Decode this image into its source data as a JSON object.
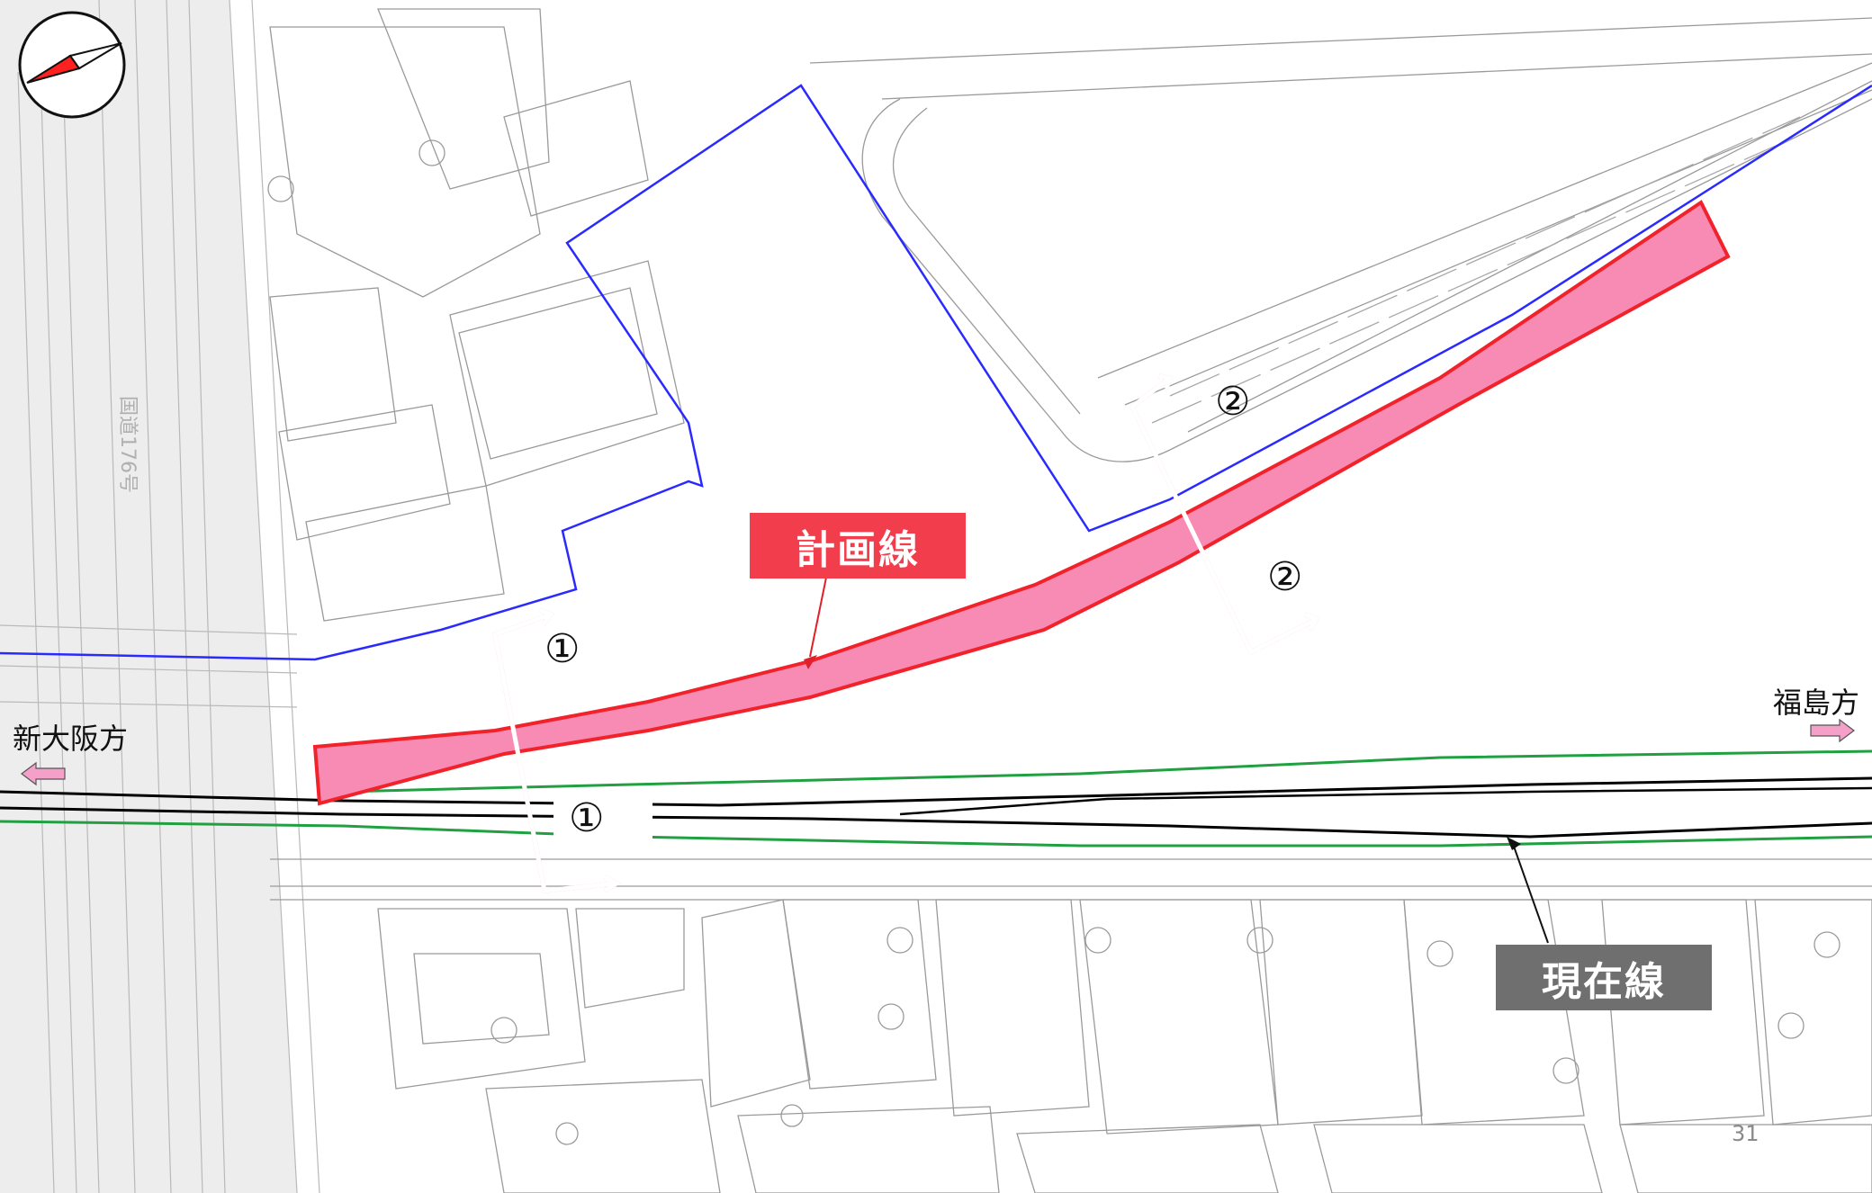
{
  "map": {
    "plan_line_label": "計画線",
    "current_line_label": "現在線",
    "direction_west": "新大阪方",
    "direction_east": "福島方",
    "section_marks": [
      "①",
      "①",
      "②",
      "②"
    ],
    "page_number": "31",
    "road_label": "国道176号",
    "compass_icon": "compass-icon",
    "direction_arrow_icon": "left-right-arrow-icon"
  },
  "colors": {
    "plan_fill": "#f78bb4",
    "plan_stroke": "#f2222b",
    "plan_callout": "#f23e4c",
    "current_callout": "#6f6f6f",
    "boundary_blue": "#2a2aff",
    "track_green": "#20a040",
    "track_black": "#000000",
    "compass_red": "#ff2020",
    "arrow_pink": "#f4a0c8",
    "left_band_gray": "#ededed"
  }
}
